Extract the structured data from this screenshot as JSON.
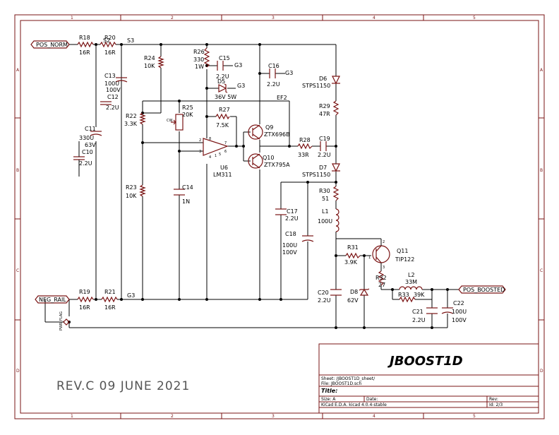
{
  "sheet": {
    "col_ticks": [
      "1",
      "2",
      "3",
      "4",
      "5"
    ],
    "row_ticks": [
      "A",
      "B",
      "C",
      "D"
    ],
    "revision_note": "REV.C  09 JUNE 2021"
  },
  "title_block": {
    "title": "JBOOST1D",
    "sheet_line": "Sheet: /JBOOST1D_sheet/",
    "file_line": "File: JBOOST1D.sch",
    "title_label": "Title:",
    "size_label": "Size: A",
    "date_label": "Date:",
    "rev_label": "Rev:",
    "tool_label": "KiCad E.D.A.  kicad 4.0.4-stable",
    "id_label": "Id: 2/3"
  },
  "nets": {
    "pos_norm": "POS_NORM",
    "neg_rail": "NEG_RAIL",
    "pos_boosted": "POS_BOOSTED",
    "s2": "S2",
    "s3": "S3",
    "g3_bottom": "G3",
    "g3_a": "G3",
    "g3_b": "G3",
    "g3_c": "G3",
    "ef2": "EF2",
    "pwr_flag": "PWR_FLAG"
  },
  "parts": {
    "r18": {
      "ref": "R18",
      "val": "16R"
    },
    "r20": {
      "ref": "R20",
      "val": "16R"
    },
    "r19": {
      "ref": "R19",
      "val": "16R"
    },
    "r21": {
      "ref": "R21",
      "val": "16R"
    },
    "r24": {
      "ref": "R24",
      "val": "10K"
    },
    "r26": {
      "ref": "R26",
      "val": "330",
      "val2": "1W"
    },
    "c15": {
      "ref": "C15",
      "val": "2.2U"
    },
    "c16": {
      "ref": "C16",
      "val": "2.2U"
    },
    "d5": {
      "ref": "D5",
      "val": "36V 5W"
    },
    "d6": {
      "ref": "D6",
      "val": "STPS1150"
    },
    "c13": {
      "ref": "C13",
      "val": "100U",
      "val2": "100V"
    },
    "c12": {
      "ref": "C12",
      "val": "2.2U"
    },
    "c11": {
      "ref": "C11",
      "val": "330U",
      "val2": "63V"
    },
    "c10": {
      "ref": "C10",
      "val": "2.2U"
    },
    "r22": {
      "ref": "R22",
      "val": "3.3K"
    },
    "r25": {
      "ref": "R25",
      "val": "20K"
    },
    "r27": {
      "ref": "R27",
      "val": "7.5K"
    },
    "q9": {
      "ref": "Q9",
      "val": "ZTX696B"
    },
    "q10": {
      "ref": "Q10",
      "val": "ZTX795A"
    },
    "r29": {
      "ref": "R29",
      "val": "47R"
    },
    "r28": {
      "ref": "R28",
      "val": "33R"
    },
    "c19": {
      "ref": "C19",
      "val": "2.2U"
    },
    "u6": {
      "ref": "U6",
      "val": "LM311"
    },
    "d7": {
      "ref": "D7",
      "val": "STPS1150"
    },
    "r23": {
      "ref": "R23",
      "val": "10K"
    },
    "c14": {
      "ref": "C14",
      "val": "1N"
    },
    "r30": {
      "ref": "R30",
      "val": "51"
    },
    "l1": {
      "ref": "L1",
      "val": "100U"
    },
    "c17": {
      "ref": "C17",
      "val": "2.2U"
    },
    "c18": {
      "ref": "C18",
      "val": "100U",
      "val2": "100V"
    },
    "r31": {
      "ref": "R31",
      "val": "3.9K"
    },
    "q11": {
      "ref": "Q11",
      "val": "TIP122"
    },
    "r32": {
      "ref": "R32",
      "val": "27"
    },
    "l2": {
      "ref": "L2",
      "val": "33M"
    },
    "r33": {
      "ref": "R33",
      "val": "39K"
    },
    "c20": {
      "ref": "C20",
      "val": "2.2U"
    },
    "d8": {
      "ref": "D8",
      "val": "62V"
    },
    "c21": {
      "ref": "C21",
      "val": "2.2U"
    },
    "c22": {
      "ref": "C22",
      "val": "100U",
      "val2": "100V"
    }
  },
  "pins": {
    "u6_p2": "2",
    "u6_p3": "3",
    "u6_p7": "7",
    "u6_p4": "4",
    "u6_p8": "8",
    "u6_p1": "1",
    "u6_p5": "5",
    "u6_p6": "6",
    "q11_p1": "1",
    "q11_p2": "2",
    "q11_p3": "3",
    "r25_cw": "CW"
  }
}
